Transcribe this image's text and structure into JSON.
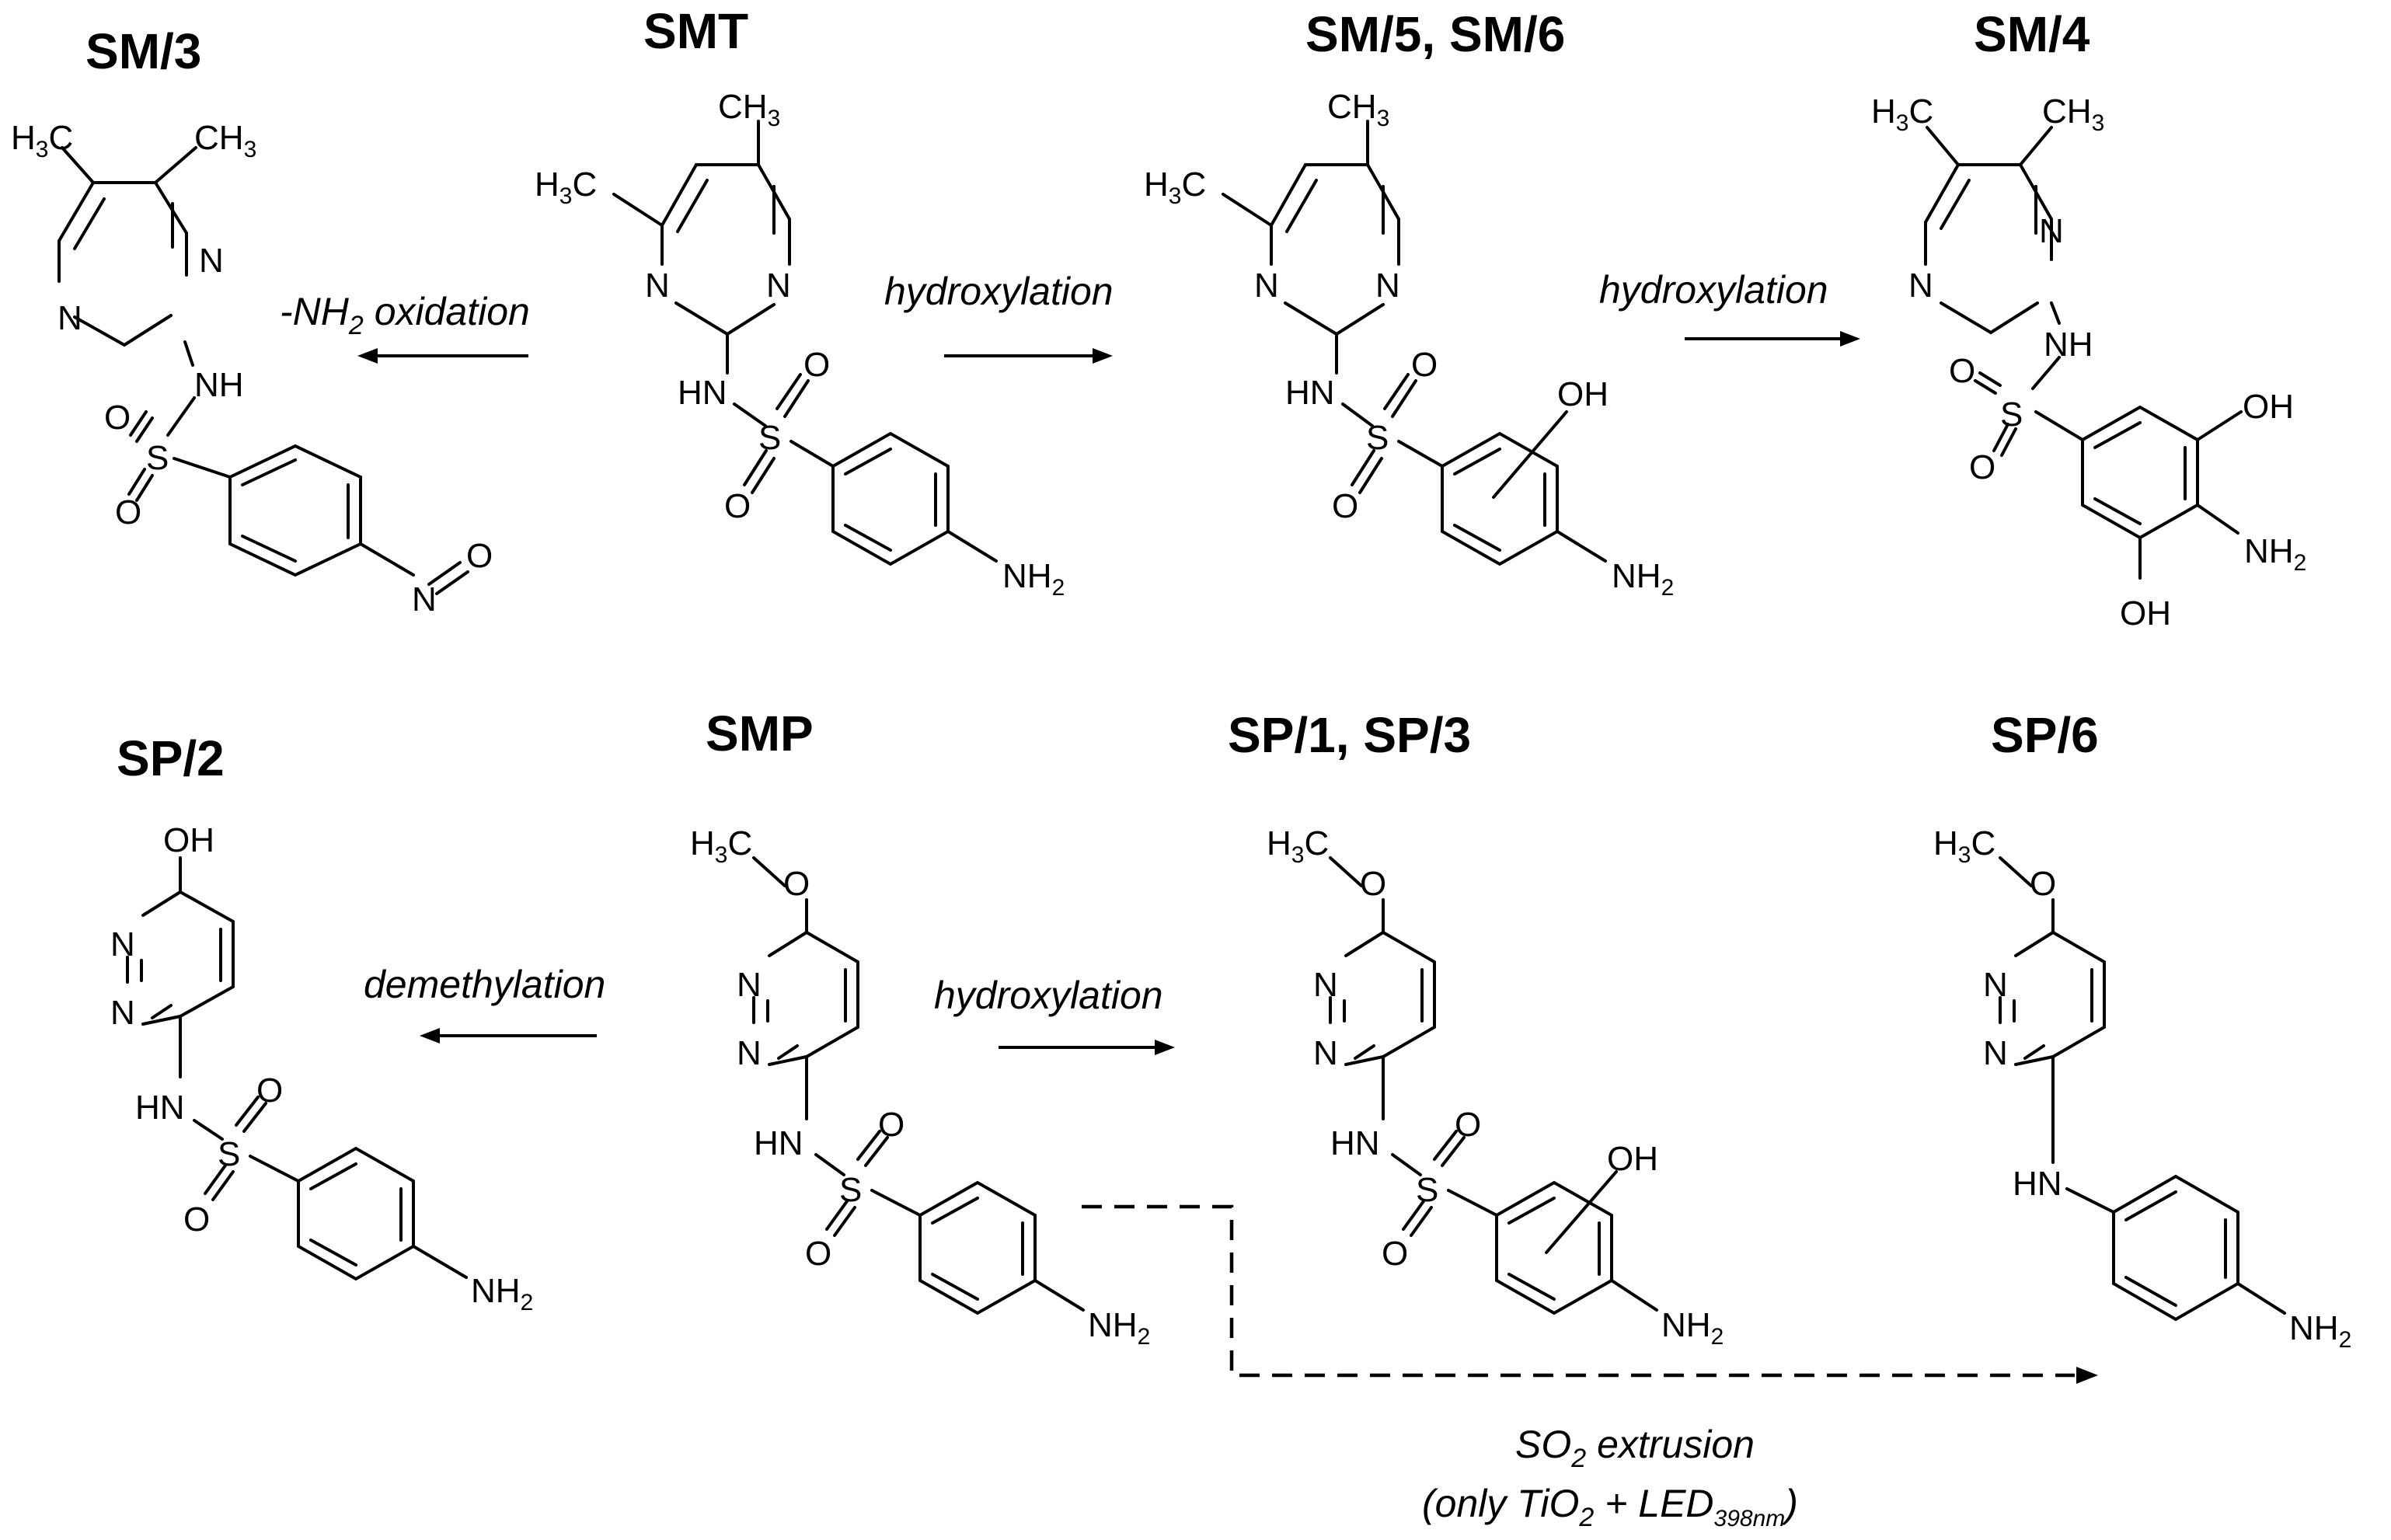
{
  "titles": {
    "sm3": "SM/3",
    "smt": "SMT",
    "sm56": "SM/5, SM/6",
    "sm4": "SM/4",
    "sp2": "SP/2",
    "smp": "SMP",
    "sp13": "SP/1, SP/3",
    "sp6": "SP/6"
  },
  "reactions": {
    "nh2_oxidation": {
      "prefix": "-NH",
      "sub": "2",
      "suffix": " oxidation"
    },
    "hydroxylation_top_1": "hydroxylation",
    "hydroxylation_top_2": "hydroxylation",
    "demethylation": "demethylation",
    "hydroxylation_bottom": "hydroxylation",
    "so2_extrusion": {
      "prefix": "SO",
      "sub": "2",
      "suffix": " extrusion"
    },
    "condition": {
      "open": "(only TiO",
      "sub1": "2",
      "mid": " + LED",
      "sub2": "398nm",
      "close": ")"
    }
  },
  "atoms": {
    "h3c": "H",
    "c": "C",
    "ch": "CH",
    "three": "3",
    "two": "2",
    "n": "N",
    "nh": "NH",
    "hn": "HN",
    "s": "S",
    "o": "O",
    "oh": "OH",
    "nh2": "NH"
  }
}
